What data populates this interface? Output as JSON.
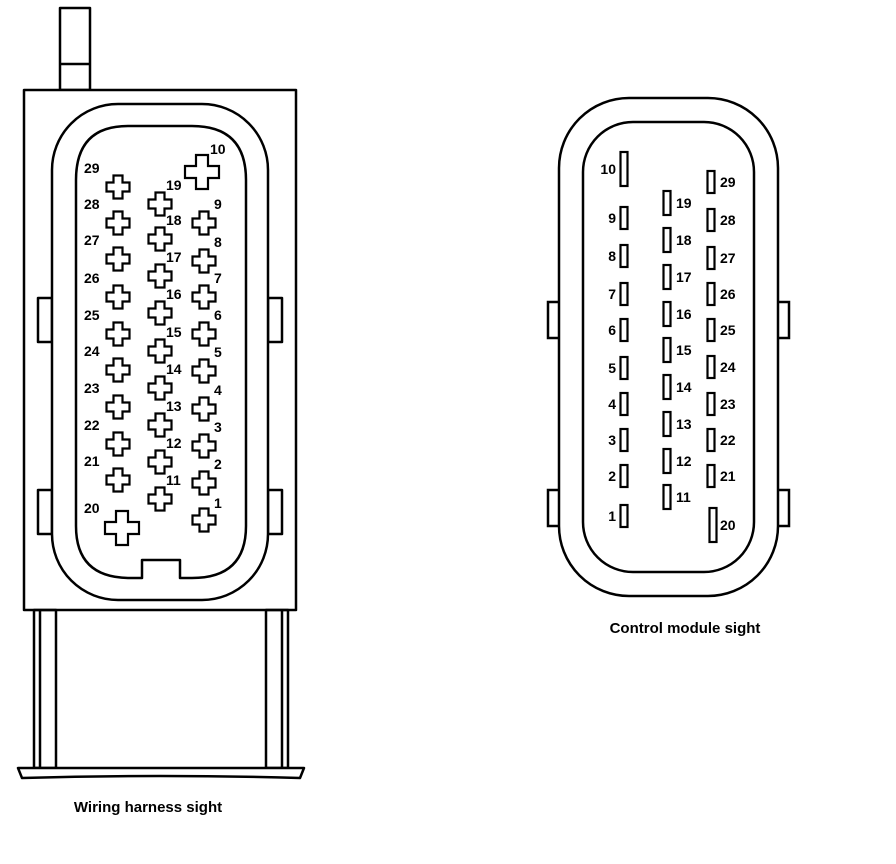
{
  "wiring_harness": {
    "caption": "Wiring harness sight",
    "pins": [
      {
        "label": "1",
        "size": "small"
      },
      {
        "label": "2",
        "size": "small"
      },
      {
        "label": "3",
        "size": "small"
      },
      {
        "label": "4",
        "size": "small"
      },
      {
        "label": "5",
        "size": "small"
      },
      {
        "label": "6",
        "size": "small"
      },
      {
        "label": "7",
        "size": "small"
      },
      {
        "label": "8",
        "size": "small"
      },
      {
        "label": "9",
        "size": "small"
      },
      {
        "label": "10",
        "size": "large"
      },
      {
        "label": "11",
        "size": "small"
      },
      {
        "label": "12",
        "size": "small"
      },
      {
        "label": "13",
        "size": "small"
      },
      {
        "label": "14",
        "size": "small"
      },
      {
        "label": "15",
        "size": "small"
      },
      {
        "label": "16",
        "size": "small"
      },
      {
        "label": "17",
        "size": "small"
      },
      {
        "label": "18",
        "size": "small"
      },
      {
        "label": "19",
        "size": "small"
      },
      {
        "label": "20",
        "size": "large"
      },
      {
        "label": "21",
        "size": "small"
      },
      {
        "label": "22",
        "size": "small"
      },
      {
        "label": "23",
        "size": "small"
      },
      {
        "label": "24",
        "size": "small"
      },
      {
        "label": "25",
        "size": "small"
      },
      {
        "label": "26",
        "size": "small"
      },
      {
        "label": "27",
        "size": "small"
      },
      {
        "label": "28",
        "size": "small"
      },
      {
        "label": "29",
        "size": "small"
      }
    ]
  },
  "control_module": {
    "caption": "Control module sight",
    "pins": [
      {
        "label": "1",
        "size": "small"
      },
      {
        "label": "2",
        "size": "small"
      },
      {
        "label": "3",
        "size": "small"
      },
      {
        "label": "4",
        "size": "small"
      },
      {
        "label": "5",
        "size": "small"
      },
      {
        "label": "6",
        "size": "small"
      },
      {
        "label": "7",
        "size": "small"
      },
      {
        "label": "8",
        "size": "small"
      },
      {
        "label": "9",
        "size": "small"
      },
      {
        "label": "10",
        "size": "large"
      },
      {
        "label": "11",
        "size": "small"
      },
      {
        "label": "12",
        "size": "small"
      },
      {
        "label": "13",
        "size": "small"
      },
      {
        "label": "14",
        "size": "small"
      },
      {
        "label": "15",
        "size": "small"
      },
      {
        "label": "16",
        "size": "small"
      },
      {
        "label": "17",
        "size": "small"
      },
      {
        "label": "18",
        "size": "small"
      },
      {
        "label": "19",
        "size": "small"
      },
      {
        "label": "20",
        "size": "large"
      },
      {
        "label": "21",
        "size": "small"
      },
      {
        "label": "22",
        "size": "small"
      },
      {
        "label": "23",
        "size": "small"
      },
      {
        "label": "24",
        "size": "small"
      },
      {
        "label": "25",
        "size": "small"
      },
      {
        "label": "26",
        "size": "small"
      },
      {
        "label": "27",
        "size": "small"
      },
      {
        "label": "28",
        "size": "small"
      },
      {
        "label": "29",
        "size": "small"
      }
    ]
  },
  "colors": {
    "stroke": "#000000",
    "background": "#ffffff"
  },
  "icons": {
    "harness_pin": "plus-shaped-terminal-icon",
    "module_pin": "blade-terminal-icon"
  }
}
